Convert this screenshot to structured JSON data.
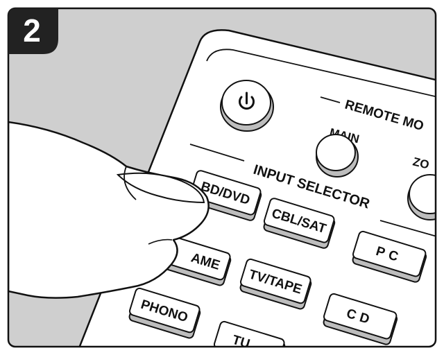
{
  "step": {
    "number": "2"
  },
  "remote": {
    "power_icon": "power-icon",
    "remote_mode_label": "REMOTE MO",
    "main_label": "MAIN",
    "zone_label": "ZO",
    "input_selector_label": "INPUT SELECTOR",
    "buttons": {
      "bd_dvd": "BD/DVD",
      "cbl_sat": "CBL/SAT",
      "pc": "PC",
      "game": "AME",
      "tv_tape": "TV/TAPE",
      "phono": "PHONO",
      "cd": "CD",
      "tuner": "TU"
    }
  },
  "colors": {
    "stroke": "#111111",
    "backdrop": "#cfcfcf",
    "remote_body": "#ffffff",
    "button_face": "#ffffff"
  }
}
